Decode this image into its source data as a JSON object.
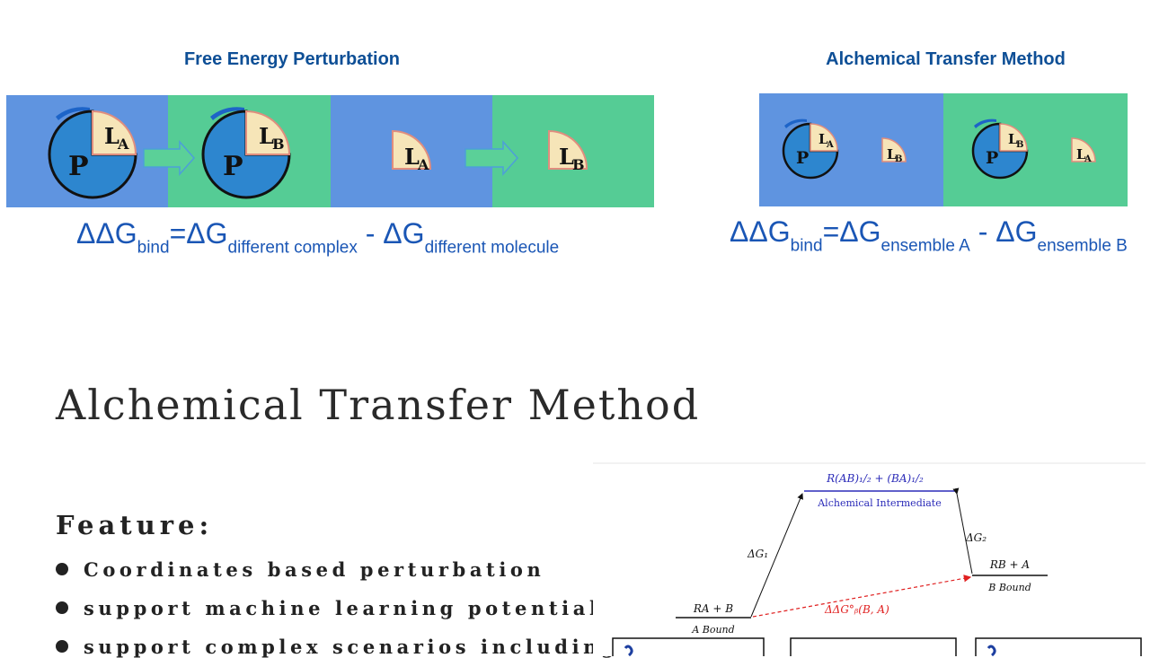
{
  "fep": {
    "title": "Free Energy Perturbation",
    "eq_lhs": "ΔΔG",
    "eq_lhs_sub": "bind",
    "eq_mid": "=ΔG",
    "eq_mid_sub": "different complex",
    "eq_minus": " - ΔG",
    "eq_rhs_sub": "different molecule",
    "colors": {
      "blue": "#5f94e0",
      "green": "#55cc95"
    }
  },
  "atm": {
    "title": "Alchemical Transfer Method",
    "eq_lhs": "ΔΔG",
    "eq_lhs_sub": "bind",
    "eq_mid": "=ΔG",
    "eq_mid_sub": "ensemble A",
    "eq_minus": " - ΔG",
    "eq_rhs_sub": "ensemble B"
  },
  "labels": {
    "protein": "P",
    "ligand_a": "L",
    "ligand_a_sub": "A",
    "ligand_b": "L",
    "ligand_b_sub": "B"
  },
  "section": {
    "heading": "Alchemical Transfer Method",
    "feature_title": "Feature:",
    "features": [
      "Coordinates based perturbation",
      "support machine learning potentials",
      "support complex scenarios including"
    ]
  },
  "energy_diagram": {
    "intermediate_formula": "R(AB)₁/₂ + (BA)₁/₂",
    "intermediate_label": "Alchemical Intermediate",
    "left_formula": "RA + B",
    "left_label": "A Bound",
    "right_formula": "RB + A",
    "right_label": "B Bound",
    "dg1": "ΔG₁",
    "dg2": "ΔG₂",
    "ddg": "ΔΔG°ᵦ(B, A)",
    "colors": {
      "intermediate": "#2b2bb8",
      "ddg": "#e02020"
    }
  }
}
